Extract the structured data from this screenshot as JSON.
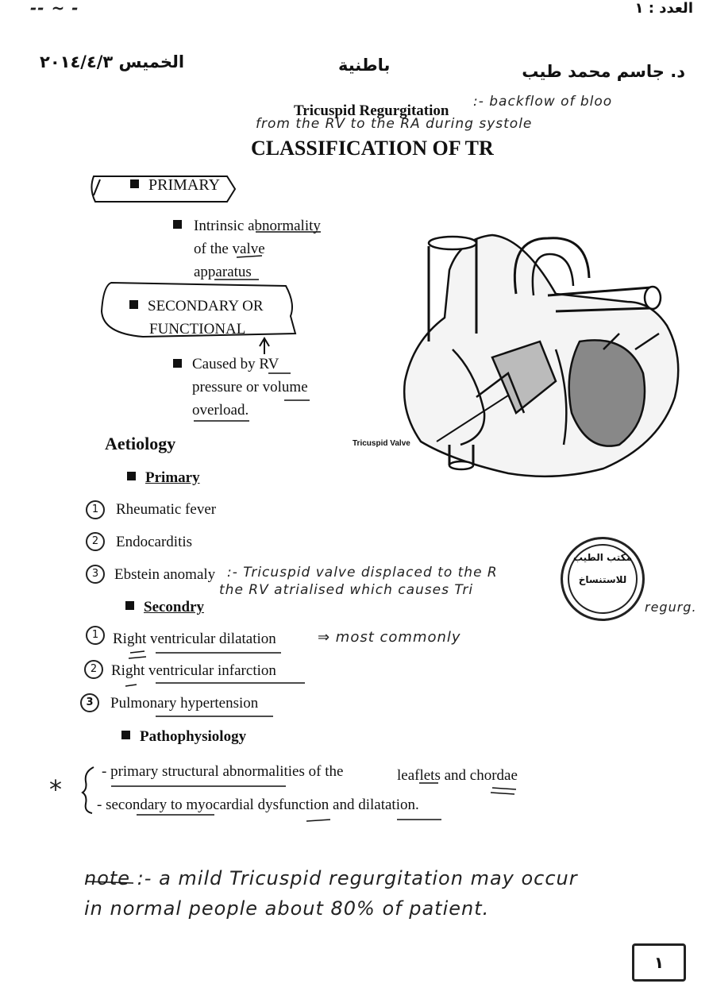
{
  "header": {
    "issue_label": "العدد : ١",
    "date": "الخميس ٢٠١٤/٤/٣",
    "subject": "باطنية",
    "doctor": "د. جاسم محمد طيب",
    "top_left_scrawl": "-- ~ -"
  },
  "title": {
    "topic": "Tricuspid Regurgitation",
    "definition_note_line1": ":- backflow of bloo",
    "definition_note_line2": "from the RV to the RA during systole",
    "heading": "CLASSIFICATION OF TR"
  },
  "classification": {
    "primary_label": "PRIMARY",
    "primary_desc": [
      "Intrinsic abnormality",
      "of the valve",
      "apparatus"
    ],
    "secondary_label_line1": "SECONDARY OR",
    "secondary_label_line2": "FUNCTIONAL",
    "secondary_desc": [
      "Caused by RV",
      "pressure or volume",
      "overload."
    ]
  },
  "figure": {
    "label": "Tricuspid Valve"
  },
  "aetiology": {
    "heading": "Aetiology",
    "primary_heading": "Primary",
    "primary_items": [
      {
        "num": "1",
        "text": "Rheumatic fever"
      },
      {
        "num": "2",
        "text": "Endocarditis"
      },
      {
        "num": "3",
        "text": "Ebstein anomaly"
      }
    ],
    "ebstein_note_line1": ":- Tricuspid valve displaced to the R",
    "ebstein_note_line2": "the RV atrialised which causes Tri",
    "ebstein_note_tail": "regurg.",
    "secondary_heading": "Secondry",
    "secondary_items": [
      {
        "num": "1",
        "text": "Right ventricular dilatation"
      },
      {
        "num": "2",
        "text": "Right ventricular infarction"
      },
      {
        "num": "3",
        "text": "Pulmonary hypertension"
      }
    ],
    "dilatation_note": "⇒ most commonly"
  },
  "pathophysiology": {
    "heading": "Pathophysiology",
    "line1": "- primary structural abnormalities of the",
    "line1_tail": "leaflets and chordae",
    "line2": "- secondary to myocardial dysfunction and dilatation.",
    "star": "*"
  },
  "note": {
    "line1": "note :- a mild Tricuspid regurgitation may occur",
    "line2": "in normal people about 80% of patient."
  },
  "stamp": {
    "text_top": "مكتب الطيب",
    "text_mid": "للاستنساخ"
  },
  "page_number": "١"
}
